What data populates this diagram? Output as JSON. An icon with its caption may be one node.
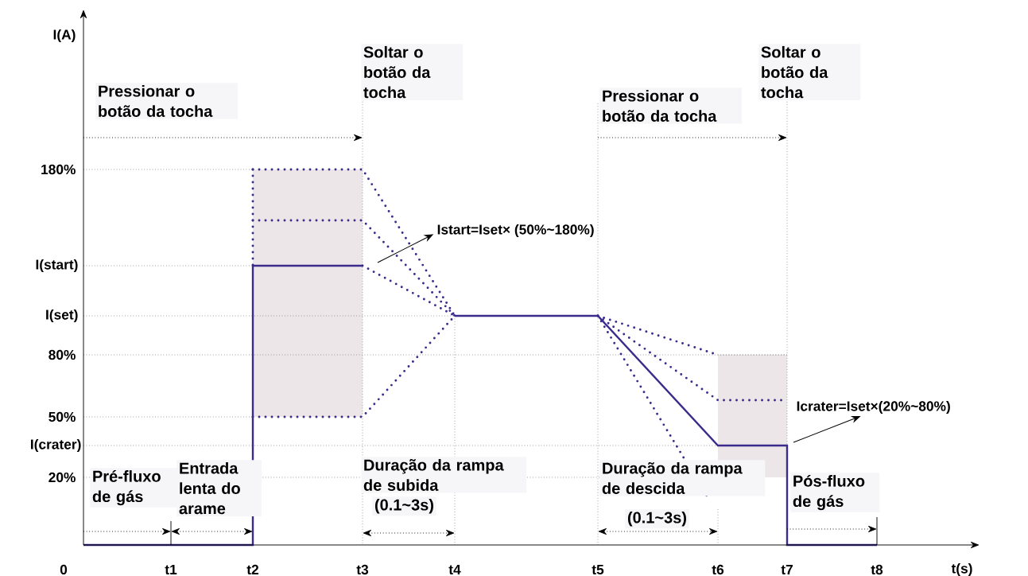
{
  "diagram": {
    "nodes": [
      {
        "text": [
          "Istart=Iset× (50%~180%)"
        ]
      },
      {
        "text": [
          "Icrater=Iset×(20%~80%)"
        ]
      }
    ],
    "edges": [
      {
        "from": null,
        "to": 0,
        "arrow": "to"
      },
      {
        "from": null,
        "to": 1,
        "arrow": "to"
      }
    ],
    "labels": [
      "I(A)",
      "Soltar o botão da tocha",
      "Soltar o botão da tocha",
      "Pressionar o botão da tocha",
      "Pressionar o botão da tocha",
      "180%",
      "I(start)",
      "I(set)",
      "80%",
      "50%",
      "I(crater)",
      "20%",
      "Pré-fluxo de gás",
      "Entrada lenta do arame",
      "Duração da rampa de subida",
      "(0.1~3s)",
      "Duração da rampa de descida",
      "(0.1~3s)",
      "Pós-fluxo de gás",
      "0",
      "t1",
      "t2",
      "t3",
      "t4",
      "t5",
      "t6",
      "t7",
      "t8",
      "t(s)"
    ]
  }
}
